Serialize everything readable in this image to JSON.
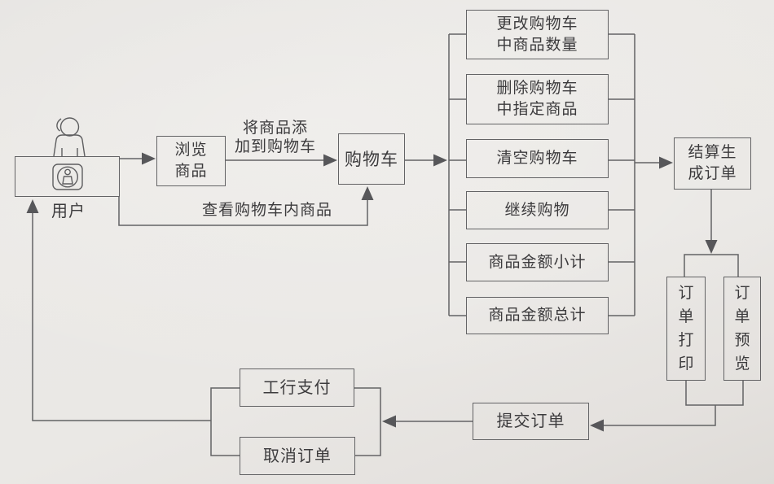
{
  "nodes": {
    "user": "用户",
    "browse": "浏览\n商品",
    "cart": "购物车",
    "change_qty": "更改购物车\n中商品数量",
    "delete_item": "删除购物车\n中指定商品",
    "clear_cart": "清空购物车",
    "continue_shopping": "继续购物",
    "subtotal": "商品金额小计",
    "grand_total": "商品金额总计",
    "checkout": "结算生\n成订单",
    "order_print": "订单打印",
    "order_preview": "订单预览",
    "submit_order": "提交订单",
    "icbc_pay": "工行支付",
    "cancel_order": "取消订单"
  },
  "edge_labels": {
    "add_to_cart": "将商品添\n加到购物车",
    "view_cart_items": "查看购物车内商品"
  },
  "colors": {
    "background": "#eae8e5",
    "line": "#636365",
    "arrow_fill": "#57575a",
    "text": "#3c3b3d"
  }
}
